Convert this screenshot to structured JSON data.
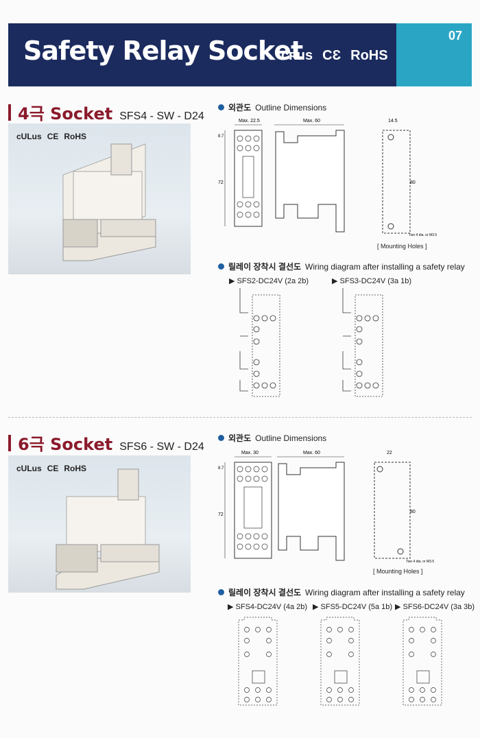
{
  "header": {
    "title": "Safety Relay Socket",
    "cert_ul": "cʀus",
    "cert_ce": "CƐ",
    "cert_rohs": "RoHS",
    "page_number": "07"
  },
  "section4": {
    "title": "4극 Socket",
    "model": "SFS4 - SW - D24",
    "photo_certs": [
      "cULus",
      "CE",
      "RoHS"
    ],
    "outline_heading_ko": "외관도",
    "outline_heading_en": "Outline Dimensions",
    "dim_front_width": "Max. 22.5",
    "dim_side_width": "Max. 60",
    "dim_mount_width": "14.5",
    "dim_height": "72",
    "dim_top": "8.7",
    "dim_mount_height": "80",
    "mount_note": "Two 4 dia. or M3.5",
    "mounting_holes_label": "[ Mounting Holes ]",
    "wiring_heading_ko": "릴레이 장착시 결선도",
    "wiring_heading_en": "Wiring diagram after installing a safety relay",
    "variants": [
      "SFS2-DC24V (2a 2b)",
      "SFS3-DC24V (3a 1b)"
    ]
  },
  "section6": {
    "title": "6극 Socket",
    "model": "SFS6 - SW - D24",
    "photo_certs": [
      "cULus",
      "CE",
      "RoHS"
    ],
    "outline_heading_ko": "외관도",
    "outline_heading_en": "Outline Dimensions",
    "dim_front_width": "Max. 30",
    "dim_side_width": "Max. 60",
    "dim_mount_width": "22",
    "dim_height": "72",
    "dim_top": "8.7",
    "dim_mount_height": "80",
    "mount_note": "Two 4 dia. or M3.5",
    "mounting_holes_label": "[ Mounting Holes ]",
    "wiring_heading_ko": "릴레이 장착시 결선도",
    "wiring_heading_en": "Wiring diagram after installing a safety relay",
    "variants": [
      "SFS4-DC24V (4a 2b)",
      "SFS5-DC24V (5a 1b)",
      "SFS6-DC24V (3a 3b)"
    ]
  }
}
